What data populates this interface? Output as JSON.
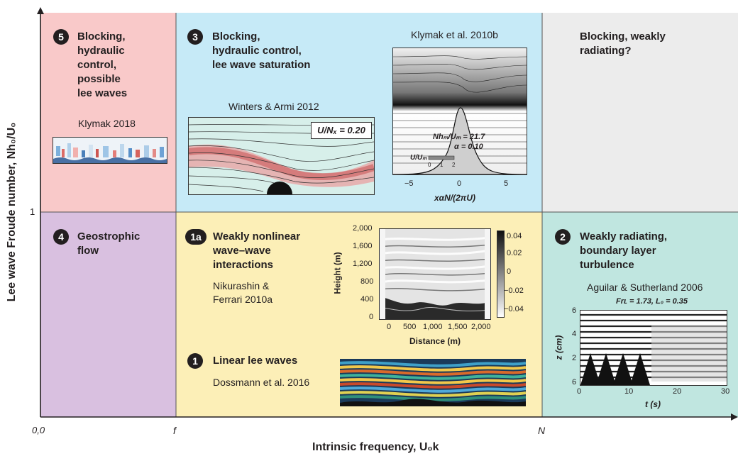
{
  "axes": {
    "x_label": "Intrinsic frequency, U₀k",
    "y_label": "Lee wave Froude number, Nh₀/U₀",
    "origin": "0,0",
    "x_tick_f": "f",
    "x_tick_N": "N",
    "y_tick_1": "1"
  },
  "colors": {
    "region5": "#f9c9c9",
    "region3": "#c6eaf7",
    "region_blocking_radiating": "#ececec",
    "region4": "#d9c0e0",
    "region1": "#fcefb7",
    "region2": "#c0e6e0"
  },
  "regions": {
    "r5": {
      "badge": "5",
      "title": "Blocking,\nhydraulic\ncontrol,\npossible\nlee waves",
      "citation": "Klymak 2018"
    },
    "r3": {
      "badge": "3",
      "title": "Blocking,\nhydraulic control,\nlee wave saturation",
      "citation_left": "Winters & Armi 2012",
      "citation_right": "Klymak et al. 2010b"
    },
    "r_tr": {
      "title": "Blocking, weakly\nradiating?"
    },
    "r4": {
      "badge": "4",
      "title": "Geostrophic\nflow"
    },
    "r1a": {
      "badge": "1a",
      "title": "Weakly nonlinear\nwave–wave\ninteractions",
      "citation": "Nikurashin &\nFerrari 2010a"
    },
    "r1": {
      "badge": "1",
      "title": "Linear lee waves",
      "citation": "Dossmann et al. 2016"
    },
    "r2": {
      "badge": "2",
      "title": "Weakly radiating,\nboundary layer\nturbulence",
      "citation": "Aguilar & Sutherland 2006"
    }
  },
  "insets": {
    "winters": {
      "label": "U/Nₓ = 0.20"
    },
    "klymak2010": {
      "annot1": "Nhₘ/Uₘ = 21.7",
      "annot2": "α = 0.10",
      "cbar_label": "U/Uₘ",
      "cbar_ticks": [
        "0",
        "1",
        "2"
      ],
      "x_ticks": [
        "−5",
        "0",
        "5"
      ],
      "x_label": "xαN/(2πU)"
    },
    "nikurashin": {
      "y_ticks": [
        "2,000",
        "1,600",
        "1,200",
        "800",
        "400",
        "0"
      ],
      "y_label": "Height (m)",
      "x_ticks": [
        "0",
        "500",
        "1,000",
        "1,500",
        "2,000"
      ],
      "x_label": "Distance (m)",
      "cbar_ticks": [
        "0.04",
        "0.02",
        "0",
        "−0.02",
        "−0.04"
      ]
    },
    "aguilar": {
      "subtitle": "Frʟ = 1.73, L₀ = 0.35",
      "y_ticks": [
        "6",
        "4",
        "2",
        "6"
      ],
      "y_label": "z (cm)",
      "x_ticks": [
        "0",
        "10",
        "20",
        "30"
      ],
      "x_label": "t (s)"
    }
  }
}
